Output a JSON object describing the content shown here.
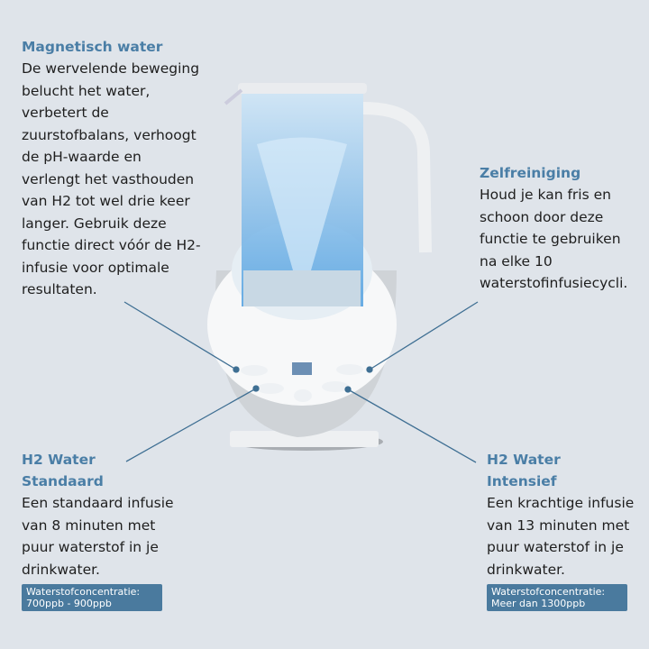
{
  "magnetic": {
    "title": "Magnetisch water",
    "body": "De wervelende beweging belucht het water, verbetert de zuurstofbalans, verhoogt de pH-waarde en verlengt het vasthouden van H2 tot wel drie keer langer. Gebruik deze functie direct vóór de H2-infusie voor optimale resultaten."
  },
  "selfclean": {
    "title": "Zelfreiniging",
    "body": "Houd je kan fris en schoon door deze functie te gebruiken na elke 10 waterstofinfusiecycli."
  },
  "standard": {
    "title1": "H2 Water",
    "title2": "Standaard",
    "body": "Een standaard infusie van 8 minuten met puur waterstof in je drinkwater.",
    "badge1": "Waterstofconcentratie:",
    "badge2": "700ppb - 900ppb"
  },
  "intensive": {
    "title1": "H2 Water",
    "title2": "Intensief",
    "body": "Een krachtige infusie van 13 minuten met puur waterstof in je drinkwater.",
    "badge1": "Waterstofconcentratie:",
    "badge2": "Meer dan 1300ppb"
  },
  "colors": {
    "background": "#dfe4ea",
    "heading": "#4a7ea6",
    "badge": "#4a7a9e",
    "water": "#6fb3e6"
  }
}
